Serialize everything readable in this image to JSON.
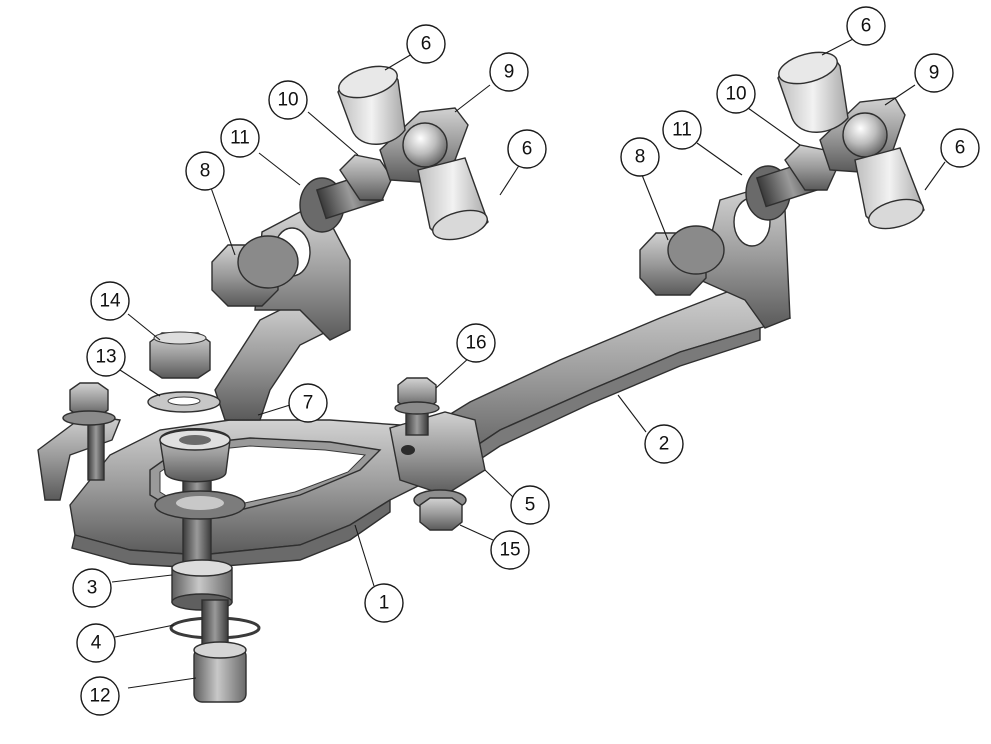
{
  "diagram": {
    "colors": {
      "background": "#ffffff",
      "metal_light": "#c9c9c9",
      "metal_mid": "#8e8e8e",
      "metal_dark": "#4a4a4a",
      "rubber_light": "#e4e4e4",
      "outline": "#1a1a1a"
    },
    "callouts": [
      {
        "id": "c6a",
        "label": "6"
      },
      {
        "id": "c9a",
        "label": "9"
      },
      {
        "id": "c10a",
        "label": "10"
      },
      {
        "id": "c11a",
        "label": "11"
      },
      {
        "id": "c6b",
        "label": "6"
      },
      {
        "id": "c8a",
        "label": "8"
      },
      {
        "id": "c6c",
        "label": "6"
      },
      {
        "id": "c9b",
        "label": "9"
      },
      {
        "id": "c10b",
        "label": "10"
      },
      {
        "id": "c11b",
        "label": "11"
      },
      {
        "id": "c6d",
        "label": "6"
      },
      {
        "id": "c8b",
        "label": "8"
      },
      {
        "id": "c14",
        "label": "14"
      },
      {
        "id": "c13",
        "label": "13"
      },
      {
        "id": "c16",
        "label": "16"
      },
      {
        "id": "c7",
        "label": "7"
      },
      {
        "id": "c2",
        "label": "2"
      },
      {
        "id": "c5",
        "label": "5"
      },
      {
        "id": "c15",
        "label": "15"
      },
      {
        "id": "c3",
        "label": "3"
      },
      {
        "id": "c1",
        "label": "1"
      },
      {
        "id": "c4",
        "label": "4"
      },
      {
        "id": "c12",
        "label": "12"
      }
    ]
  }
}
